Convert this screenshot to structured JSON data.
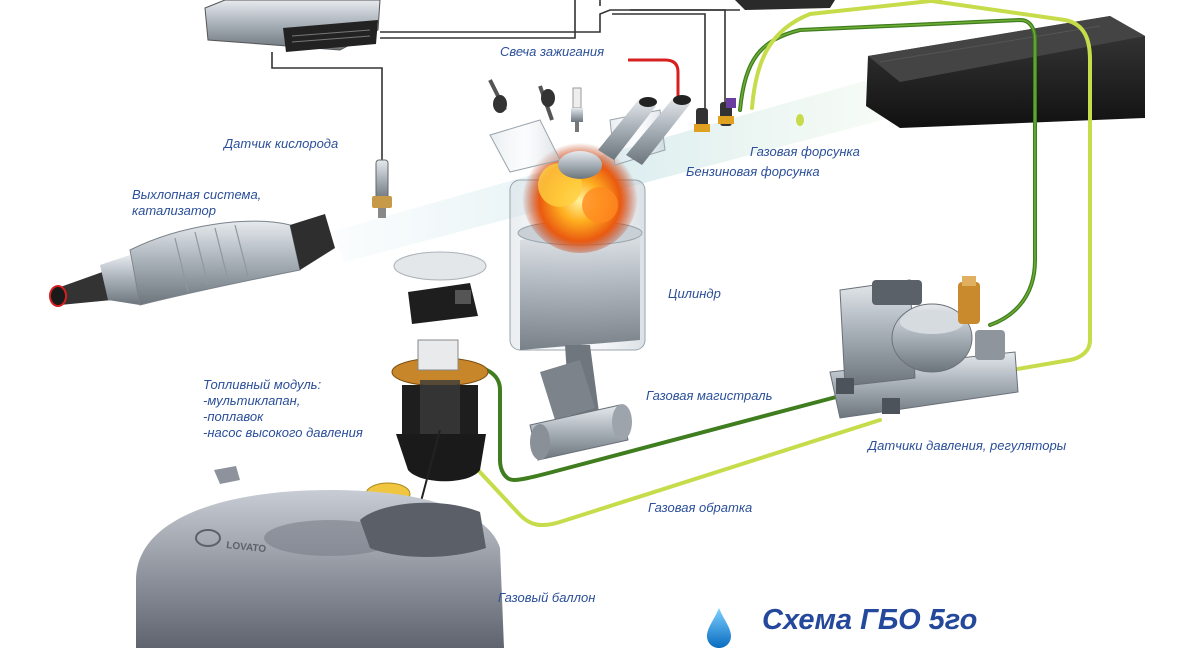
{
  "title": "Схема ГБО 5го",
  "labels": {
    "spark_plug": "Свеча зажигания",
    "oxygen_sensor": "Датчик кислорода",
    "gas_injector": "Газовая форсунка",
    "petrol_injector": "Бензиновая форсунка",
    "exhaust_line1": "Выхлопная система,",
    "exhaust_line2": "катализатор",
    "cylinder": "Цилиндр",
    "fuel_module_line1": "Топливный модуль:",
    "fuel_module_line2": "-мультиклапан,",
    "fuel_module_line3": "-поплавок",
    "fuel_module_line4": "-насос высокого давления",
    "gas_line": "Газовая магистраль",
    "pressure_sensors": "Датчики давления, регуляторы",
    "gas_return": "Газовая обратка",
    "gas_tank": "Газовый баллон"
  },
  "colors": {
    "label_text": "#2b4f9a",
    "title_text": "#24489c",
    "gas_line_dark": "#3f7d1f",
    "gas_line_light": "#c6dc4a",
    "wire": "#333333",
    "red_wire": "#d62020",
    "drop": "#1e8fd8"
  },
  "icons": [
    "ecu-icon",
    "lpg-ecu-icon",
    "spark-plug-icon",
    "oxygen-sensor-icon",
    "injector-icon",
    "catalyst-icon",
    "cylinder-icon",
    "fuel-module-icon",
    "pressure-regulator-icon",
    "gas-tank-icon",
    "water-drop-icon"
  ]
}
